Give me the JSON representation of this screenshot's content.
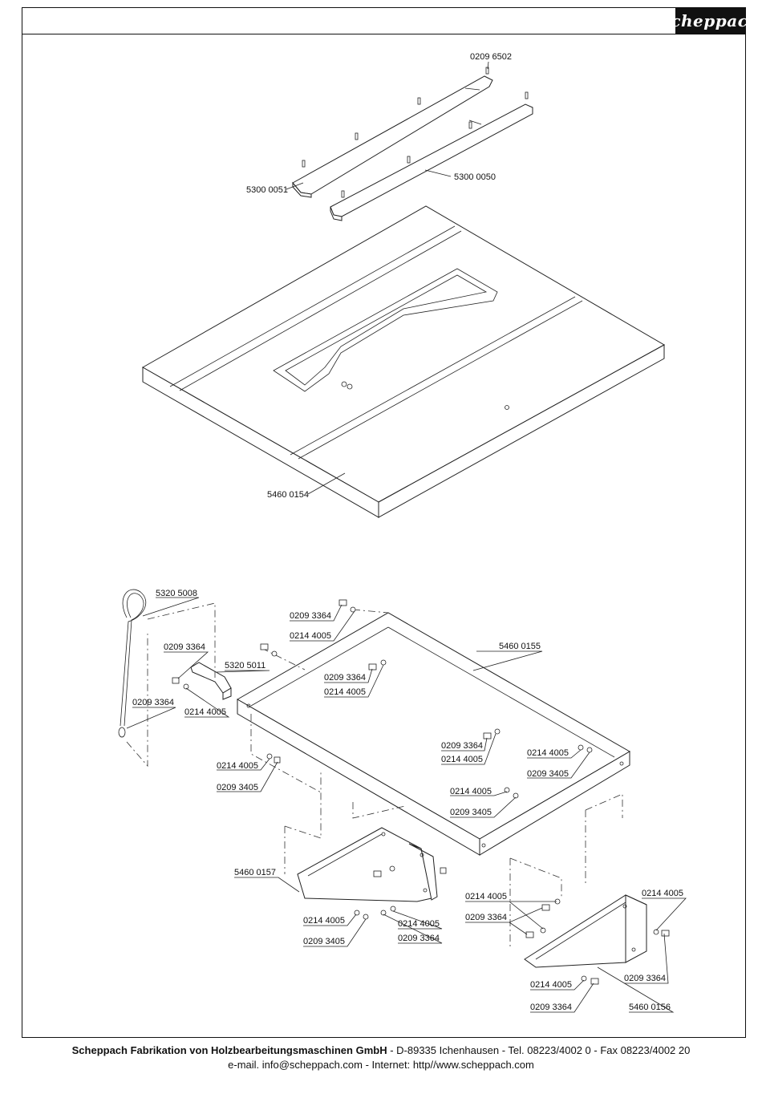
{
  "brand": {
    "logo_text": "scheppach"
  },
  "parts": {
    "p_0209_6502": "0209 6502",
    "p_5300_0051": "5300 0051",
    "p_5300_0050": "5300 0050",
    "p_5460_0154": "5460 0154",
    "p_5320_5008": "5320 5008",
    "p_0209_3364_a": "0209 3364",
    "p_0214_4005_a": "0214 4005",
    "p_0209_3364_b": "0209 3364",
    "p_5320_5011": "5320 5011",
    "p_0209_3364_c": "0209 3364",
    "p_0214_4005_b": "0214 4005",
    "p_0209_3364_d": "0209 3364",
    "p_0214_4005_c": "0214 4005",
    "p_5460_0155": "5460 0155",
    "p_0209_3364_e": "0209 3364",
    "p_0214_4005_d": "0214 4005",
    "p_0214_4005_e": "0214 4005",
    "p_0209_3405_a": "0209 3405",
    "p_0214_4005_f": "0214 4005",
    "p_0209_3405_b": "0209 3405",
    "p_0214_4005_g": "0214 4005",
    "p_0209_3405_c": "0209 3405",
    "p_5460_0157": "5460 0157",
    "p_0214_4005_h": "0214 4005",
    "p_0209_3405_d": "0209 3405",
    "p_0214_4005_i": "0214 4005",
    "p_0209_3364_f": "0209 3364",
    "p_0214_4005_j": "0214 4005",
    "p_0209_3364_g": "0209 3364",
    "p_0214_4005_k": "0214 4005",
    "p_0209_3364_h": "0209 3364",
    "p_0214_4005_l": "0214 4005",
    "p_0209_3364_i": "0209 3364",
    "p_5460_0156": "5460 0156"
  },
  "footer": {
    "company": "Scheppach Fabrikation von Holzbearbeitungsmaschinen GmbH",
    "address": " - D-89335 Ichenhausen - Tel. 08223/4002 0 - Fax 08223/4002 20",
    "contact": "e-mail. info@scheppach.com - Internet: http//www.scheppach.com"
  }
}
